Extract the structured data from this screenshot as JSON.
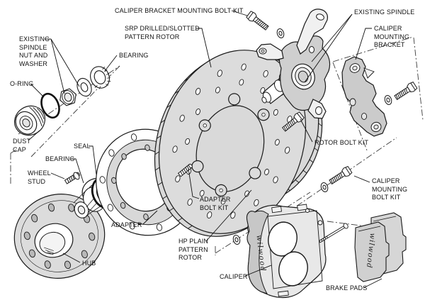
{
  "diagram": {
    "type": "exploded-parts-diagram",
    "subject": "Front disc brake kit assembly",
    "background_color": "#ffffff",
    "line_color": "#1a1a1a",
    "shade_color": "#d9d9d9",
    "brand_script": "wilwood",
    "labels": {
      "caliper_bracket_mounting_bolt_kit": "CALIPER BRACKET MOUNTING BOLT KIT",
      "srp_rotor": "SRP DRILLED/SLOTTED\nPATTERN ROTOR",
      "existing_spindle": "EXISTING SPINDLE",
      "caliper_mounting_bracket": "CALIPER\nMOUNTING\nBRACKET",
      "existing_spindle_nut_and_washer": "EXISTING\nSPINDLE\nNUT AND\nWASHER",
      "bearing_outer": "BEARING",
      "o_ring": "O-RING",
      "dust_cap": "DUST\nCAP",
      "seal": "SEAL",
      "bearing_inner": "BEARING",
      "wheel_stud": "WHEEL\nSTUD",
      "rotor_bolt_kit": "ROTOR BOLT KIT",
      "caliper_mounting_bolt_kit": "CALIPER\nMOUNTING\nBOLT KIT",
      "adapter": "ADAPTER",
      "adapter_bolt_kit": "ADAPTER\nBOLT KIT",
      "hp_plain_pattern_rotor": "HP PLAIN\nPATTERN\nROTOR",
      "hub": "HUB",
      "caliper": "CALIPER",
      "brake_pads": "BRAKE PADS"
    }
  }
}
